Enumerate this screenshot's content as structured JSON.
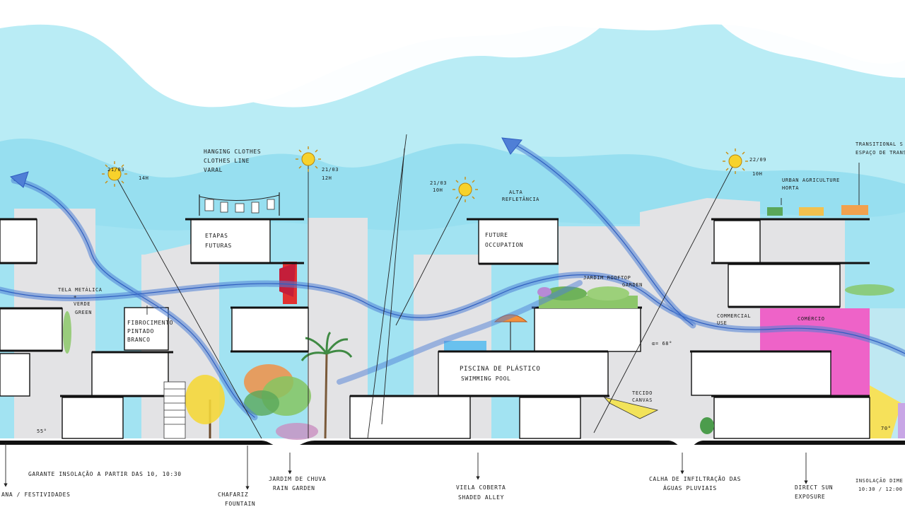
{
  "colors": {
    "sky": "#b9ecf5",
    "sky_deep": "#7fd3ea",
    "building_grey": "#e3e3e5",
    "wind_blue": "#4f7fd6",
    "commerce_pink": "#ee63c8",
    "sun_yellow": "#f7d22c",
    "ground": "#111111"
  },
  "sun_markers": [
    {
      "date": "21/03",
      "time": "14h"
    },
    {
      "date": "21/03",
      "time": "12h"
    },
    {
      "date": "21/03",
      "time": "10h"
    },
    {
      "date": "22/09",
      "time": "10h"
    }
  ],
  "labels": {
    "hanging": [
      "HANGING CLOTHES",
      "CLOTHES LINE",
      "VARAL"
    ],
    "etapas": [
      "ETAPAS",
      "FUTURAS"
    ],
    "alta": [
      "ALTA",
      "REFLETÂNCIA"
    ],
    "future_occ": [
      "FUTURE",
      "OCCUPATION"
    ],
    "urban_ag": [
      "URBAN AGRICULTURE",
      "HORTA"
    ],
    "transitional": [
      "TRANSITIONAL S",
      "ESPAÇO DE TRANS"
    ],
    "tela": [
      "TELA METÁLICA",
      "+",
      "VERDE",
      "GREEN"
    ],
    "fibro": [
      "FIBROCIMENTO",
      "PINTADO",
      "BRANCO"
    ],
    "jardim_rooftop": [
      "JARDIM ROOFTOP",
      "GARDEN"
    ],
    "commercial": [
      "COMMERCIAL",
      "USE"
    ],
    "comercio": "COMÉRCIO",
    "angle_68": "α= 68°",
    "piscina": [
      "PISCINA DE PLÁSTICO",
      "SWIMMING POOL"
    ],
    "tecido": [
      "TECIDO",
      "CANVAS"
    ],
    "angle_55": "55°",
    "angle_70": "70°",
    "garante": "GARANTE INSOLAÇÃO A PARTIR DAS 10, 10:30",
    "festividades": "ANA / FESTIVIDADES",
    "chafariz": [
      "CHAFARIZ",
      "FOUNTAIN"
    ],
    "jardim_chuva": [
      "JARDIM DE CHUVA",
      "RAIN GARDEN"
    ],
    "viela": [
      "VIELA COBERTA",
      "SHADED ALLEY"
    ],
    "calha": [
      "CALHA DE INFILTRAÇÃO DAS",
      "ÁGUAS PLUVIAIS"
    ],
    "direct_sun": [
      "DIRECT SUN",
      "EXPOSURE"
    ],
    "insolacao": [
      "INSOLAÇÃO DIME",
      "10:30 / 12:00"
    ]
  }
}
